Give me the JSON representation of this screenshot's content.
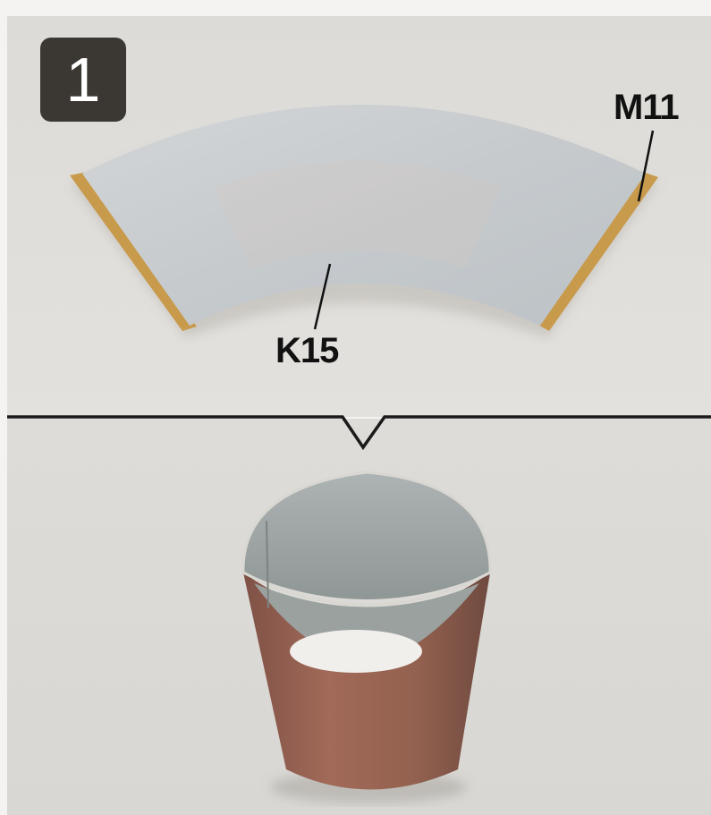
{
  "step": {
    "number": "1"
  },
  "labels": {
    "piece_face": "K15",
    "piece_edge": "M11"
  },
  "colors": {
    "badge": "#3b3733",
    "panel": "#dddbd7",
    "divider": "#1a1a1a",
    "grey_board": "#c9cdcf",
    "edge_tan": "#c89a4c",
    "cup_rust": "#9a6250"
  }
}
